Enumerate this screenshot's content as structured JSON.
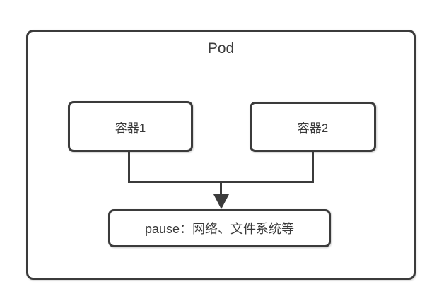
{
  "diagram": {
    "pod_label": "Pod",
    "nodes": [
      {
        "id": "container1",
        "label": "容器1"
      },
      {
        "id": "container2",
        "label": "容器2"
      },
      {
        "id": "pause",
        "label": "pause：网络、文件系统等"
      }
    ],
    "edges": [
      {
        "from": "container1",
        "to": "pause",
        "arrow": "down"
      },
      {
        "from": "container2",
        "to": "pause",
        "arrow": "down"
      }
    ],
    "colors": {
      "stroke": "#3b3b3b",
      "text": "#3a3a3a",
      "background": "#ffffff"
    }
  }
}
